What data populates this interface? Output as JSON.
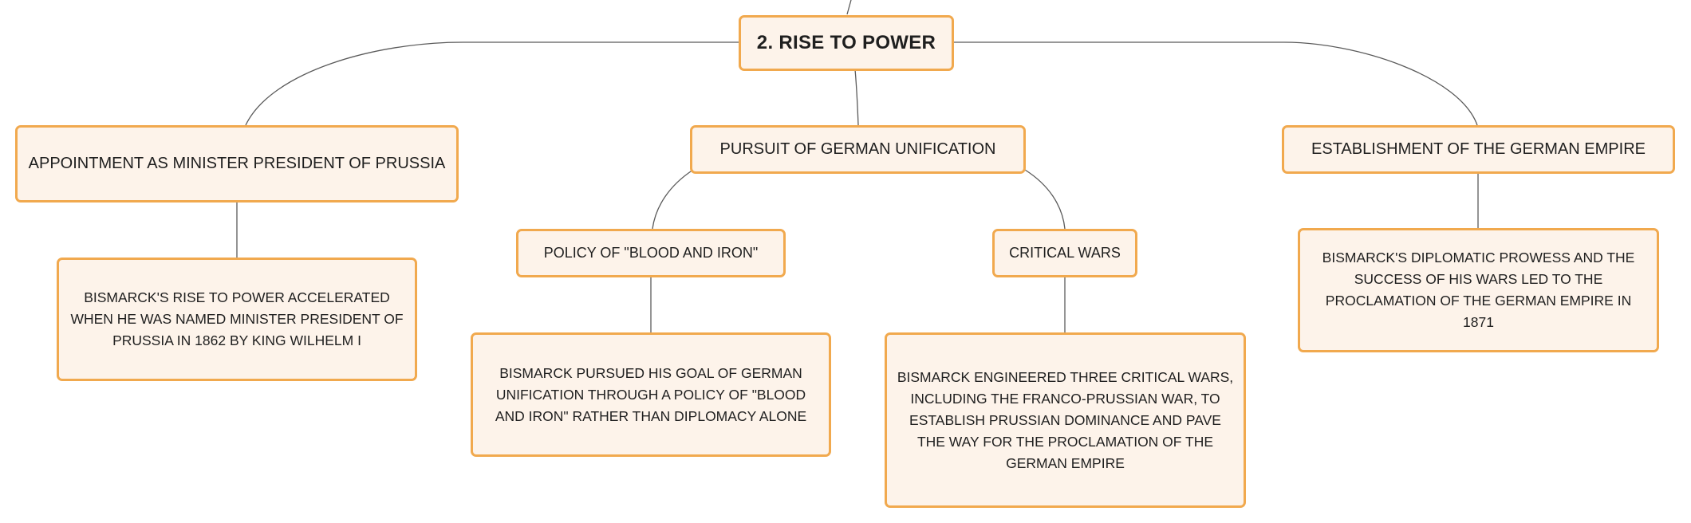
{
  "root": {
    "label": "2. RISE TO POWER"
  },
  "branches": [
    {
      "label": "APPOINTMENT AS MINISTER PRESIDENT OF PRUSSIA",
      "detail": "BISMARCK'S RISE TO POWER ACCELERATED WHEN HE WAS NAMED MINISTER PRESIDENT OF PRUSSIA IN 1862 BY KING WILHELM I"
    },
    {
      "label": "PURSUIT OF GERMAN UNIFICATION",
      "children": [
        {
          "label": "POLICY OF \"BLOOD AND IRON\"",
          "detail": "BISMARCK PURSUED HIS GOAL OF GERMAN UNIFICATION THROUGH A POLICY OF \"BLOOD AND IRON\" RATHER THAN DIPLOMACY ALONE"
        },
        {
          "label": "CRITICAL WARS",
          "detail": "BISMARCK ENGINEERED THREE CRITICAL WARS, INCLUDING THE FRANCO-PRUSSIAN WAR, TO ESTABLISH PRUSSIAN DOMINANCE AND PAVE THE WAY FOR THE PROCLAMATION OF THE GERMAN EMPIRE"
        }
      ]
    },
    {
      "label": "ESTABLISHMENT OF THE GERMAN EMPIRE",
      "detail": "BISMARCK'S DIPLOMATIC PROWESS AND THE SUCCESS OF HIS WARS LED TO THE PROCLAMATION OF THE GERMAN EMPIRE IN 1871"
    }
  ],
  "colors": {
    "node_fill": "#fdf3ea",
    "node_border": "#f1a94e",
    "connector": "#5a5a5a",
    "text": "#1f1f1f"
  }
}
